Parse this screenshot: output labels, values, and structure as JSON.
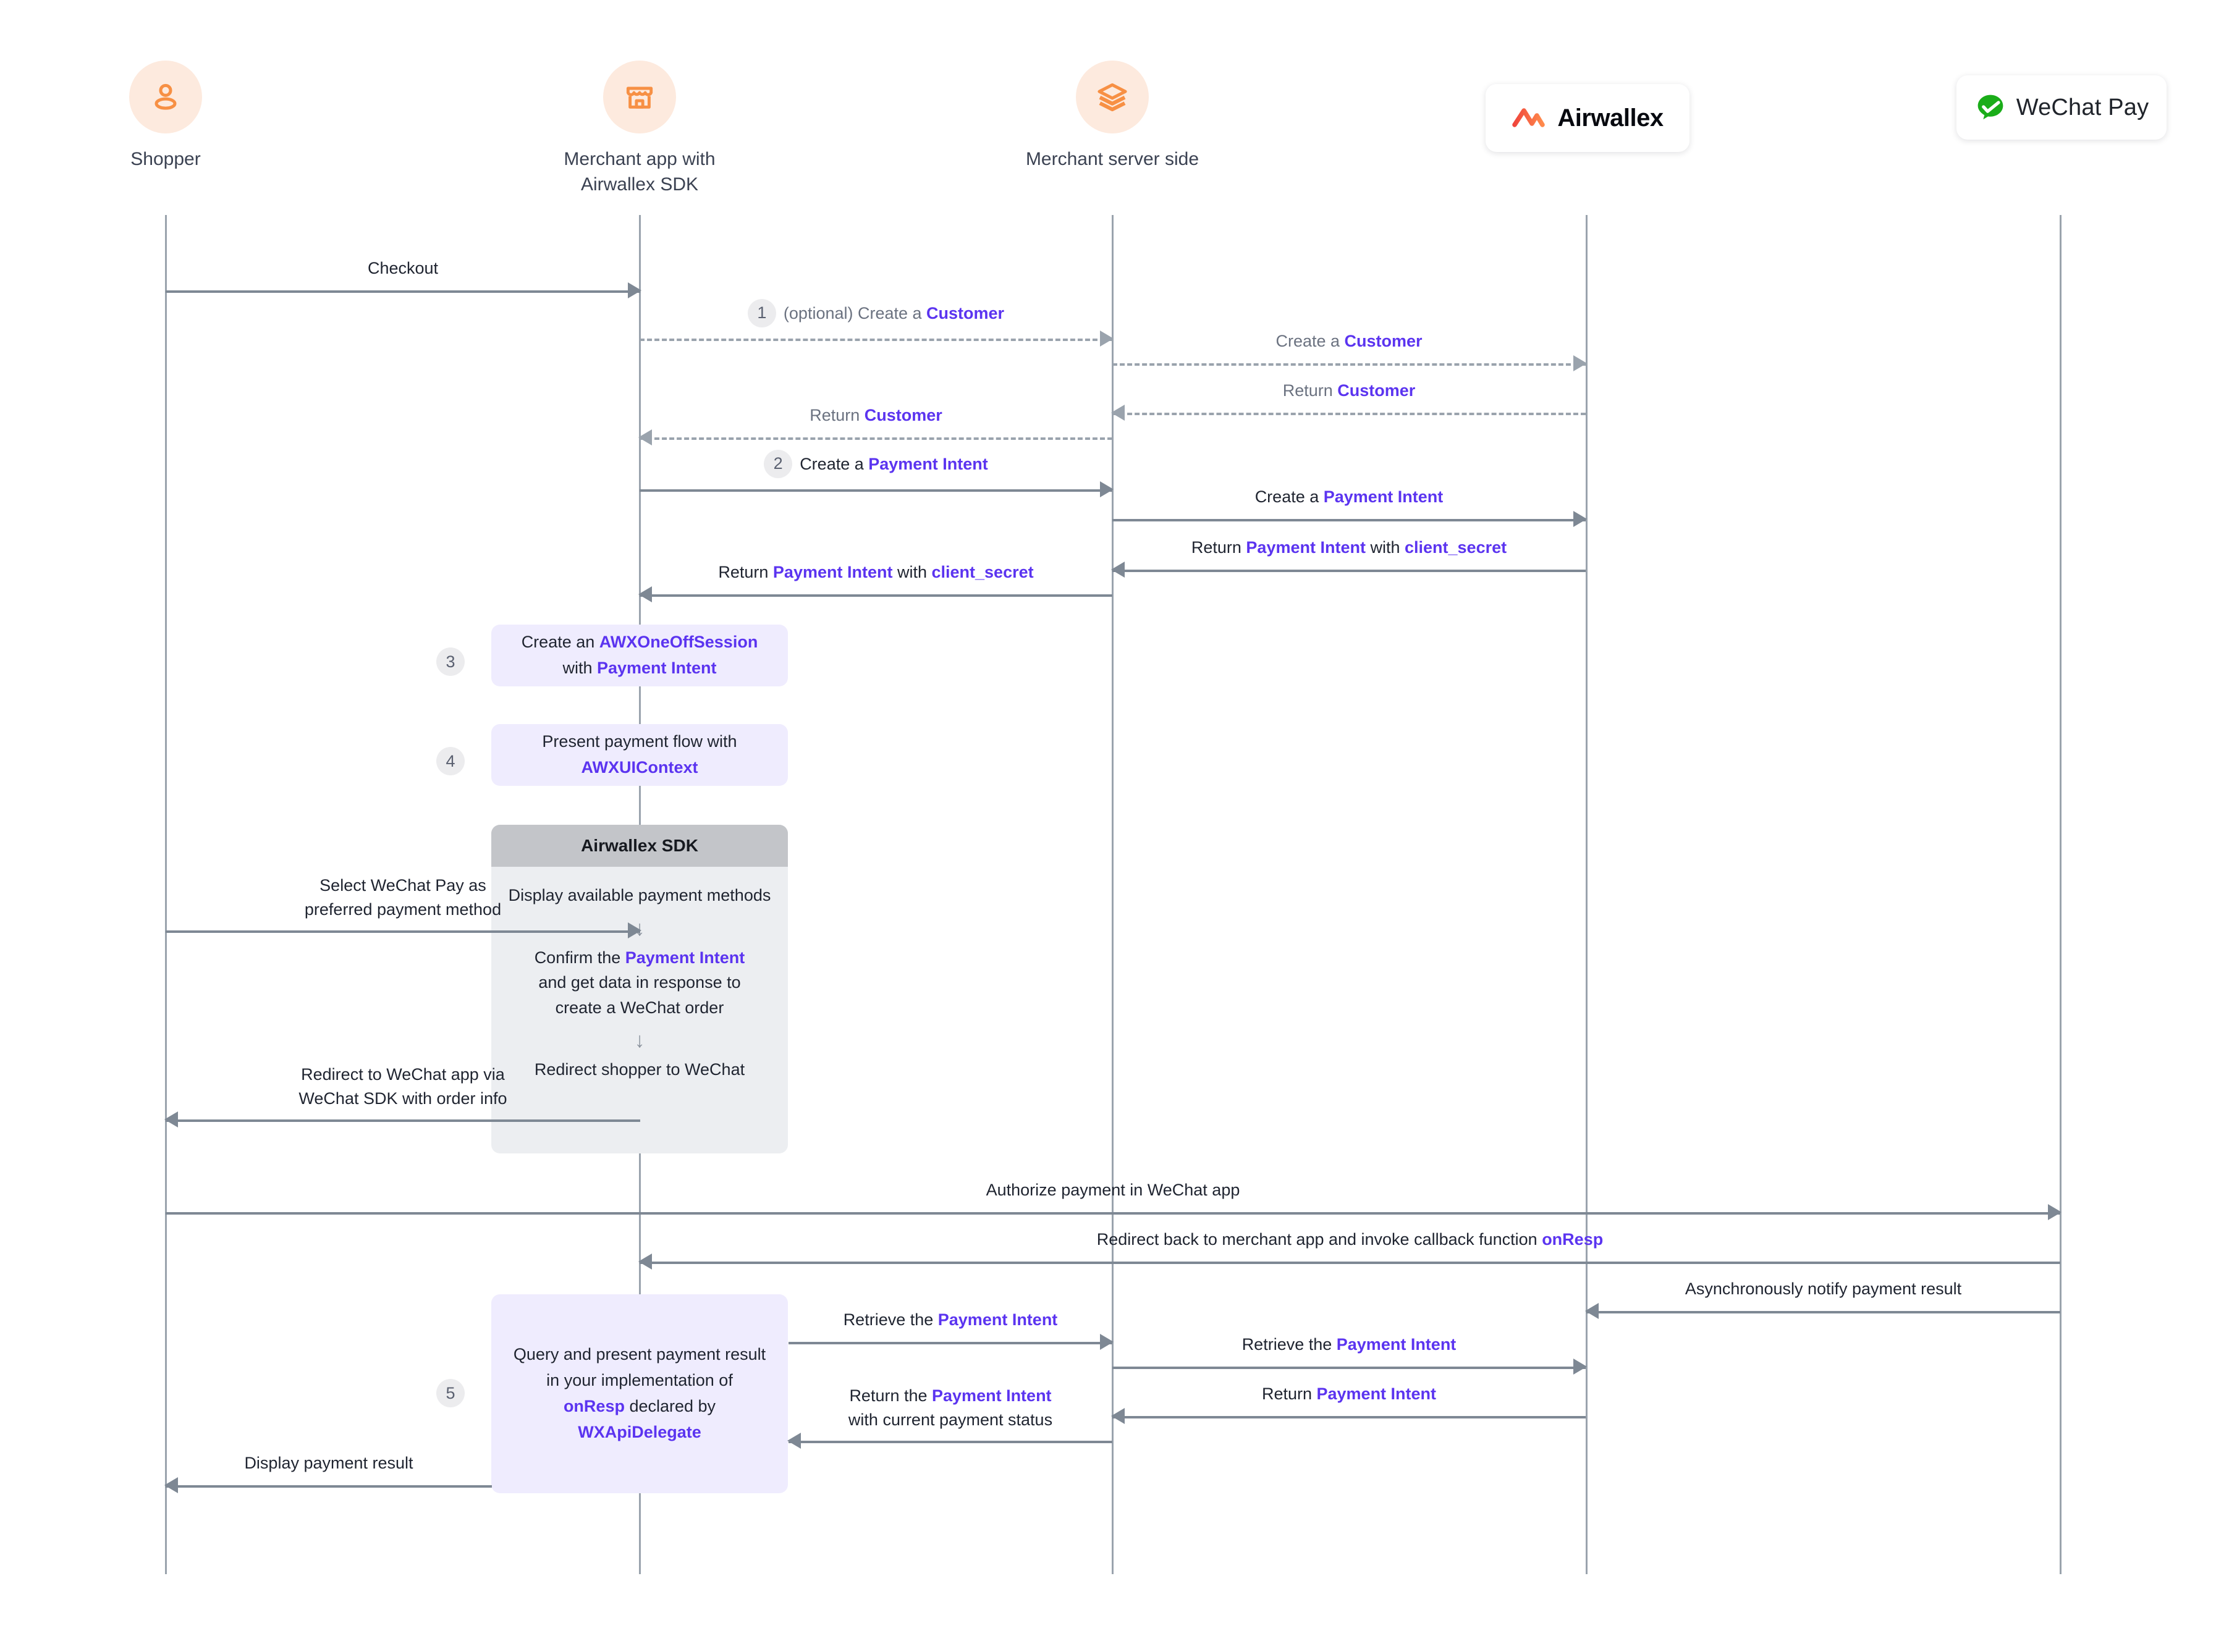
{
  "diagram": {
    "title": "WeChat Pay payment flow with Airwallex mobile SDK",
    "accent_purple": "#5B34F0",
    "accent_orange": "#F79044",
    "line_gray": "#7E8894",
    "note_purple_bg": "#EFECFE",
    "sdk_box_bg": "#ECEEF1",
    "sdk_header_bg": "#C3C5C9"
  },
  "actors": [
    {
      "id": "shopper",
      "label": "Shopper",
      "icon": "person-icon"
    },
    {
      "id": "app",
      "label": "Merchant app with\nAirwallex SDK",
      "label_line1": "Merchant app with",
      "label_line2": "Airwallex SDK",
      "icon": "storefront-icon"
    },
    {
      "id": "server",
      "label": "Merchant server side",
      "icon": "layers-icon"
    },
    {
      "id": "airwallex",
      "label": "Airwallex",
      "icon": "airwallex-logo"
    },
    {
      "id": "wechat",
      "label": "WeChat Pay",
      "icon": "wechat-pay-logo"
    }
  ],
  "messages": [
    {
      "id": "m1",
      "label_plain": "Checkout",
      "from": "shopper",
      "to": "app",
      "style": "solid",
      "direction": "right",
      "step": null
    },
    {
      "id": "m2",
      "label_prefix": "(optional) Create a ",
      "label_kw": "Customer",
      "from": "app",
      "to": "server",
      "style": "dashed",
      "direction": "right",
      "step": "1",
      "muted": true
    },
    {
      "id": "m3",
      "label_prefix": "Create a ",
      "label_kw": "Customer",
      "from": "server",
      "to": "airwallex",
      "style": "dashed",
      "direction": "right",
      "step": null,
      "muted": true
    },
    {
      "id": "m4",
      "label_prefix": "Return ",
      "label_kw": "Customer",
      "from": "airwallex",
      "to": "server",
      "style": "dashed",
      "direction": "left",
      "step": null,
      "muted": true
    },
    {
      "id": "m5",
      "label_prefix": "Return ",
      "label_kw": "Customer",
      "from": "server",
      "to": "app",
      "style": "dashed",
      "direction": "left",
      "step": null,
      "muted": true
    },
    {
      "id": "m6",
      "label_prefix": "Create a ",
      "label_kw": "Payment Intent",
      "from": "app",
      "to": "server",
      "style": "solid",
      "direction": "right",
      "step": "2"
    },
    {
      "id": "m7",
      "label_prefix": "Create a ",
      "label_kw": "Payment Intent",
      "from": "server",
      "to": "airwallex",
      "style": "solid",
      "direction": "right",
      "step": null
    },
    {
      "id": "m8",
      "label_prefix": "Return ",
      "label_kw": "Payment Intent",
      "label_mid": " with ",
      "label_kw2": "client_secret",
      "from": "airwallex",
      "to": "server",
      "style": "solid",
      "direction": "left",
      "step": null
    },
    {
      "id": "m9",
      "label_prefix": "Return ",
      "label_kw": "Payment Intent",
      "label_mid": " with ",
      "label_kw2": "client_secret",
      "from": "server",
      "to": "app",
      "style": "solid",
      "direction": "left",
      "step": null
    },
    {
      "id": "m10",
      "label_line1": "Select WeChat Pay as",
      "label_line2": "preferred payment method",
      "from": "shopper",
      "to": "app",
      "style": "solid",
      "direction": "right",
      "step": null
    },
    {
      "id": "m11",
      "label_line1": "Redirect to WeChat app via",
      "label_line2": "WeChat SDK with order info",
      "from": "app",
      "to": "shopper",
      "style": "solid",
      "direction": "left",
      "step": null
    },
    {
      "id": "m12",
      "label_plain": "Authorize payment in WeChat app",
      "from": "shopper",
      "to": "wechat",
      "style": "solid",
      "direction": "right",
      "step": null
    },
    {
      "id": "m13",
      "label_prefix": "Redirect back to merchant app and invoke callback function ",
      "label_kw": "onResp",
      "from": "wechat",
      "to": "app",
      "style": "solid",
      "direction": "left",
      "step": null
    },
    {
      "id": "m14",
      "label_plain": "Asynchronously notify payment result",
      "from": "wechat",
      "to": "airwallex",
      "style": "solid",
      "direction": "left",
      "step": null
    },
    {
      "id": "m15",
      "label_prefix": "Retrieve the ",
      "label_kw": "Payment Intent",
      "from": "app",
      "to": "server",
      "style": "solid",
      "direction": "right",
      "step": null
    },
    {
      "id": "m16",
      "label_prefix": "Retrieve the ",
      "label_kw": "Payment Intent",
      "from": "server",
      "to": "airwallex",
      "style": "solid",
      "direction": "right",
      "step": null
    },
    {
      "id": "m17",
      "label_prefix": "Return ",
      "label_kw": "Payment Intent",
      "from": "airwallex",
      "to": "server",
      "style": "solid",
      "direction": "left",
      "step": null
    },
    {
      "id": "m18",
      "label_line1_prefix": "Return the ",
      "label_kw": "Payment Intent",
      "label_line2": "with current payment status",
      "from": "server",
      "to": "app",
      "style": "solid",
      "direction": "left",
      "step": null
    },
    {
      "id": "m19",
      "label_plain": "Display payment result",
      "from": "app",
      "to": "shopper",
      "style": "solid",
      "direction": "left",
      "step": null
    }
  ],
  "notes": [
    {
      "id": "note3",
      "step": "3",
      "line1_prefix": "Create an ",
      "line1_kw": "AWXOneOffSession",
      "line2_prefix": "with ",
      "line2_kw": "Payment Intent"
    },
    {
      "id": "note4",
      "step": "4",
      "line1_prefix": "Present payment flow with",
      "line1_kw": "",
      "line2_prefix": "",
      "line2_kw": "AWXUIContext"
    },
    {
      "id": "note5",
      "step": "5",
      "line1": "Query and present payment result",
      "line2": "in your implementation of",
      "line3_kw": "onResp",
      "line3_suffix": " declared by",
      "line4_kw": "WXApiDelegate"
    }
  ],
  "sdk_box": {
    "header": "Airwallex SDK",
    "steps": [
      {
        "text": "Display available payment methods"
      },
      {
        "prefix": "Confirm the ",
        "kw": "Payment Intent",
        "line2": "and get data in response to",
        "line3": "create a WeChat order"
      },
      {
        "text": "Redirect shopper to WeChat"
      }
    ],
    "arrow_glyph": "↓"
  },
  "brand": {
    "airwallex_name": "Airwallex",
    "wechat_name": "WeChat Pay"
  }
}
